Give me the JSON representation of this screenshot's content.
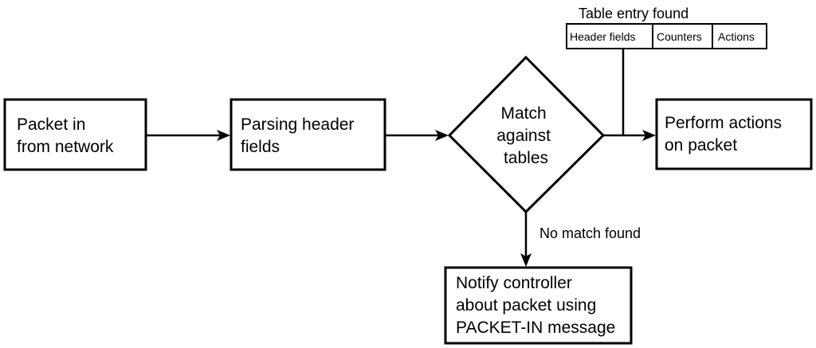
{
  "nodes": {
    "packet_in": {
      "lines": [
        "Packet in",
        "from network"
      ]
    },
    "parsing": {
      "lines": [
        "Parsing header",
        "fields"
      ]
    },
    "match": {
      "lines": [
        "Match",
        "against",
        "tables"
      ]
    },
    "perform": {
      "lines": [
        "Perform actions",
        "on packet"
      ]
    },
    "notify": {
      "lines": [
        "Notify controller",
        "about packet using",
        "PACKET-IN message"
      ]
    }
  },
  "table_entry": {
    "title": "Table entry found",
    "cells": [
      "Header fields",
      "Counters",
      "Actions"
    ]
  },
  "edge_labels": {
    "no_match": "No match found"
  },
  "colors": {
    "stroke": "#000000",
    "fill": "#ffffff",
    "text": "#000000"
  }
}
